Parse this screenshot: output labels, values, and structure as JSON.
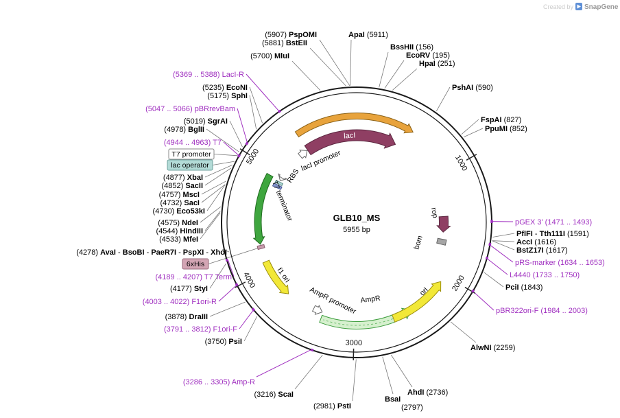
{
  "watermark": {
    "created_by": "Created by",
    "brand": "SnapGene"
  },
  "plasmid": {
    "name": "GLB10_MS",
    "size_label": "5955 bp",
    "length": 5955
  },
  "colors": {
    "primer": "#A030C0",
    "backbone": "#1a1a1a"
  },
  "ticks": [
    {
      "bp": 1000,
      "label": "1000"
    },
    {
      "bp": 2000,
      "label": "2000"
    },
    {
      "bp": 3000,
      "label": "3000"
    },
    {
      "bp": 4000,
      "label": "4000"
    },
    {
      "bp": 5000,
      "label": "5000"
    }
  ],
  "features": [
    {
      "id": "orf1",
      "label": "",
      "kind": "arrow",
      "start": 5390,
      "end": 530,
      "clockwise": true,
      "fill": "#E8A33C",
      "stroke": "#8A6117"
    },
    {
      "id": "lacI",
      "label": "lacI",
      "kind": "arrow",
      "start": 5390,
      "end": 437,
      "clockwise": true,
      "fill": "#8F3F63",
      "stroke": "#5C2740",
      "label_color": "#FFFFFF"
    },
    {
      "id": "laci-promoter",
      "label": "lacI promoter",
      "kind": "arrow",
      "start": 5287,
      "end": 5383,
      "clockwise": true,
      "fill": "#FFFFFF",
      "stroke": "#666666",
      "label_color": "#000000"
    },
    {
      "id": "t7-promoter-marker",
      "label": "",
      "kind": "arrow",
      "start": 4940,
      "end": 4975,
      "clockwise": false,
      "fill": "#FFFFFF",
      "stroke": "#666666"
    },
    {
      "id": "lac-operator-marker",
      "label": "",
      "kind": "marker",
      "start": 4898,
      "end": 4924,
      "fill": "#AFD8D4",
      "stroke": "#5F8F8B"
    },
    {
      "id": "rbs",
      "label": "RBS",
      "kind": "marker",
      "start": 4854,
      "end": 4886,
      "fill": "#8495CC",
      "stroke": "#4A5A96",
      "label_color": "#000000"
    },
    {
      "id": "t7-terminator",
      "label": "T7 terminator",
      "kind": "arrow",
      "start": 4255,
      "end": 4940,
      "clockwise": false,
      "fill": "#3FA63F",
      "stroke": "#1E6B1E",
      "label_color": "#000000"
    },
    {
      "id": "sixhis-marker",
      "label": "",
      "kind": "marker",
      "start": 4212,
      "end": 4244,
      "fill": "#C79BAC",
      "stroke": "#8A5F70"
    },
    {
      "id": "f1-ori",
      "label": "f1 ori",
      "kind": "arrow",
      "start": 3700,
      "end": 4080,
      "clockwise": false,
      "fill": "#F2E838",
      "stroke": "#9C8F0F",
      "label_color": "#000000"
    },
    {
      "id": "ampr-promoter",
      "label": "AmpR promoter",
      "kind": "arrow",
      "start": 3325,
      "end": 3415,
      "clockwise": false,
      "fill": "#FFFFFF",
      "stroke": "#666666",
      "label_color": "#000000"
    },
    {
      "id": "ampr",
      "label": "AmpR",
      "kind": "arrow",
      "start": 2450,
      "end": 3315,
      "clockwise": false,
      "fill": "#D6F0CE",
      "stroke": "#3E9E3E",
      "label_color": "#000000"
    },
    {
      "id": "ori",
      "label": "ori",
      "kind": "arrow",
      "start": 2070,
      "end": 2630,
      "clockwise": false,
      "fill": "#F2E838",
      "stroke": "#9C8F0F",
      "label_color": "#000000"
    },
    {
      "id": "rop",
      "label": "rop",
      "kind": "arrow",
      "start": 1425,
      "end": 1595,
      "clockwise": true,
      "fill": "#8F3F63",
      "stroke": "#5C2740",
      "label_color": "#000000"
    },
    {
      "id": "bom",
      "label": "bom",
      "kind": "marker",
      "start": 1672,
      "end": 1728,
      "fill": "#A6A6A6",
      "stroke": "#646464",
      "label_color": "#000000"
    }
  ],
  "boxed_labels": [
    {
      "id": "t7-promoter-label",
      "text": "T7 promoter",
      "bg": "#FFFFFF",
      "border": "#888888"
    },
    {
      "id": "lac-operator-label",
      "text": "lac operator",
      "bg": "#B3DBD7",
      "border": "#6FA29D"
    },
    {
      "id": "sixhis-label",
      "text": "6xHis",
      "bg": "#D3A5B4",
      "border": "#9A6B7D"
    }
  ],
  "site_labels": [
    {
      "id": "pspomi",
      "type": "enzyme",
      "bp": 5907,
      "parts": [
        [
          "(5907) ",
          0
        ],
        [
          "PspOMI",
          1
        ]
      ]
    },
    {
      "id": "bsteii",
      "type": "enzyme",
      "bp": 5881,
      "parts": [
        [
          "(5881) ",
          0
        ],
        [
          "BstEII",
          1
        ]
      ]
    },
    {
      "id": "mlui",
      "type": "enzyme",
      "bp": 5700,
      "parts": [
        [
          "(5700) ",
          0
        ],
        [
          "MluI",
          1
        ]
      ]
    },
    {
      "id": "laci-r",
      "type": "primer",
      "span": [
        5369,
        5388
      ],
      "parts": [
        [
          "(5369 .. 5388) LacI-R",
          0
        ]
      ]
    },
    {
      "id": "econi",
      "type": "enzyme",
      "bp": 5235,
      "parts": [
        [
          "(5235) ",
          0
        ],
        [
          "EcoNI",
          1
        ]
      ]
    },
    {
      "id": "sphi",
      "type": "enzyme",
      "bp": 5175,
      "parts": [
        [
          "(5175) ",
          0
        ],
        [
          "SphI",
          1
        ]
      ]
    },
    {
      "id": "pbrrevbam",
      "type": "primer",
      "span": [
        5047,
        5066
      ],
      "parts": [
        [
          "(5047 .. 5066) pBRrevBam",
          0
        ]
      ]
    },
    {
      "id": "sgrai",
      "type": "enzyme",
      "bp": 5019,
      "parts": [
        [
          "(5019) ",
          0
        ],
        [
          "SgrAI",
          1
        ]
      ]
    },
    {
      "id": "bglii",
      "type": "enzyme",
      "bp": 4978,
      "parts": [
        [
          "(4978) ",
          0
        ],
        [
          "BglII",
          1
        ]
      ]
    },
    {
      "id": "t7",
      "type": "primer",
      "span": [
        4944,
        4963
      ],
      "parts": [
        [
          "(4944 .. 4963) T7",
          0
        ]
      ]
    },
    {
      "id": "xbai",
      "type": "enzyme",
      "bp": 4877,
      "parts": [
        [
          "(4877) ",
          0
        ],
        [
          "XbaI",
          1
        ]
      ]
    },
    {
      "id": "sacii",
      "type": "enzyme",
      "bp": 4852,
      "parts": [
        [
          "(4852) ",
          0
        ],
        [
          "SacII",
          1
        ]
      ]
    },
    {
      "id": "msci",
      "type": "enzyme",
      "bp": 4757,
      "parts": [
        [
          "(4757) ",
          0
        ],
        [
          "MscI",
          1
        ]
      ]
    },
    {
      "id": "saci",
      "type": "enzyme",
      "bp": 4732,
      "parts": [
        [
          "(4732) ",
          0
        ],
        [
          "SacI",
          1
        ]
      ]
    },
    {
      "id": "eco53ki",
      "type": "enzyme",
      "bp": 4730,
      "parts": [
        [
          "(4730) ",
          0
        ],
        [
          "Eco53kI",
          1
        ]
      ]
    },
    {
      "id": "ndei",
      "type": "enzyme",
      "bp": 4575,
      "parts": [
        [
          "(4575) ",
          0
        ],
        [
          "NdeI",
          1
        ]
      ]
    },
    {
      "id": "hindiii",
      "type": "enzyme",
      "bp": 4544,
      "parts": [
        [
          "(4544) ",
          0
        ],
        [
          "HindIII",
          1
        ]
      ]
    },
    {
      "id": "mfei",
      "type": "enzyme",
      "bp": 4533,
      "parts": [
        [
          "(4533) ",
          0
        ],
        [
          "MfeI",
          1
        ]
      ]
    },
    {
      "id": "multisite",
      "type": "enzyme",
      "bp": 4278,
      "parts": [
        [
          "(4278) ",
          0
        ],
        [
          "AvaI",
          1
        ],
        [
          " - ",
          0
        ],
        [
          "BsoBI",
          1
        ],
        [
          " - ",
          0
        ],
        [
          "PaeR7I",
          1
        ],
        [
          " - ",
          0
        ],
        [
          "PspXI",
          1
        ],
        [
          " - ",
          0
        ],
        [
          "XhoI",
          1
        ]
      ]
    },
    {
      "id": "t7term",
      "type": "primer",
      "span": [
        4189,
        4207
      ],
      "parts": [
        [
          "(4189 .. 4207) T7 Term",
          0
        ]
      ]
    },
    {
      "id": "styi",
      "type": "enzyme",
      "bp": 4177,
      "parts": [
        [
          "(4177) ",
          0
        ],
        [
          "StyI",
          1
        ]
      ]
    },
    {
      "id": "f1ori-r",
      "type": "primer",
      "span": [
        4003,
        4022
      ],
      "parts": [
        [
          "(4003 .. 4022) F1ori-R",
          0
        ]
      ]
    },
    {
      "id": "draiii",
      "type": "enzyme",
      "bp": 3878,
      "parts": [
        [
          "(3878) ",
          0
        ],
        [
          "DraIII",
          1
        ]
      ]
    },
    {
      "id": "f1ori-f",
      "type": "primer",
      "span": [
        3791,
        3812
      ],
      "parts": [
        [
          "(3791 .. 3812) F1ori-F",
          0
        ]
      ]
    },
    {
      "id": "psii",
      "type": "enzyme",
      "bp": 3750,
      "parts": [
        [
          "(3750) ",
          0
        ],
        [
          "PsiI",
          1
        ]
      ]
    },
    {
      "id": "amp-r",
      "type": "primer",
      "span": [
        3286,
        3305
      ],
      "parts": [
        [
          "(3286 .. 3305) Amp-R",
          0
        ]
      ]
    },
    {
      "id": "scai",
      "type": "enzyme",
      "bp": 3216,
      "parts": [
        [
          "(3216) ",
          0
        ],
        [
          "ScaI",
          1
        ]
      ]
    },
    {
      "id": "psti",
      "type": "enzyme",
      "bp": 2981,
      "parts": [
        [
          "(2981) ",
          0
        ],
        [
          "PstI",
          1
        ]
      ]
    },
    {
      "id": "bsai",
      "type": "enzyme",
      "bp": 2797,
      "parts": [
        [
          "BsaI",
          1
        ]
      ]
    },
    {
      "id": "bsai-pos",
      "type": "enzyme",
      "bp": 2797,
      "parts": [
        [
          "(2797)",
          0
        ]
      ]
    },
    {
      "id": "ahdi",
      "type": "enzyme",
      "bp": 2736,
      "parts": [
        [
          "AhdI",
          1
        ],
        [
          "  (2736)",
          0
        ]
      ]
    },
    {
      "id": "alwni",
      "type": "enzyme",
      "bp": 2259,
      "parts": [
        [
          "AlwNI",
          1
        ],
        [
          "  (2259)",
          0
        ]
      ]
    },
    {
      "id": "pbr322ori-f",
      "type": "primer",
      "span": [
        1984,
        2003
      ],
      "parts": [
        [
          "pBR322ori-F  (1984 .. 2003)",
          0
        ]
      ]
    },
    {
      "id": "pcii",
      "type": "enzyme",
      "bp": 1843,
      "parts": [
        [
          "PciI",
          1
        ],
        [
          "  (1843)",
          0
        ]
      ]
    },
    {
      "id": "l4440",
      "type": "primer",
      "span": [
        1733,
        1750
      ],
      "parts": [
        [
          "L4440  (1733 .. 1750)",
          0
        ]
      ]
    },
    {
      "id": "prs",
      "type": "primer",
      "span": [
        1634,
        1653
      ],
      "parts": [
        [
          "pRS-marker  (1634 .. 1653)",
          0
        ]
      ]
    },
    {
      "id": "bstz17i",
      "type": "enzyme",
      "bp": 1617,
      "parts": [
        [
          "BstZ17I",
          1
        ],
        [
          "  (1617)",
          0
        ]
      ]
    },
    {
      "id": "acci",
      "type": "enzyme",
      "bp": 1616,
      "parts": [
        [
          "AccI",
          1
        ],
        [
          "  (1616)",
          0
        ]
      ]
    },
    {
      "id": "pflfi",
      "type": "enzyme",
      "bp": 1591,
      "parts": [
        [
          "PflFI",
          1
        ],
        [
          " - ",
          0
        ],
        [
          "Tth111I",
          1
        ],
        [
          "  (1591)",
          0
        ]
      ]
    },
    {
      "id": "pgex3",
      "type": "primer",
      "span": [
        1471,
        1493
      ],
      "parts": [
        [
          "pGEX 3'  (1471 .. 1493)",
          0
        ]
      ]
    },
    {
      "id": "ppumi",
      "type": "enzyme",
      "bp": 852,
      "parts": [
        [
          "PpuMI",
          1
        ],
        [
          "  (852)",
          0
        ]
      ]
    },
    {
      "id": "fspai",
      "type": "enzyme",
      "bp": 827,
      "parts": [
        [
          "FspAI",
          1
        ],
        [
          "  (827)",
          0
        ]
      ]
    },
    {
      "id": "pshai",
      "type": "enzyme",
      "bp": 590,
      "parts": [
        [
          "PshAI",
          1
        ],
        [
          "  (590)",
          0
        ]
      ]
    },
    {
      "id": "hpai",
      "type": "enzyme",
      "bp": 251,
      "parts": [
        [
          "HpaI",
          1
        ],
        [
          "  (251)",
          0
        ]
      ]
    },
    {
      "id": "ecorv",
      "type": "enzyme",
      "bp": 195,
      "parts": [
        [
          "EcoRV",
          1
        ],
        [
          "  (195)",
          0
        ]
      ]
    },
    {
      "id": "bsshii",
      "type": "enzyme",
      "bp": 156,
      "parts": [
        [
          "BssHII",
          1
        ],
        [
          "  (156)",
          0
        ]
      ]
    },
    {
      "id": "apai",
      "type": "enzyme",
      "bp": 5911,
      "parts": [
        [
          "ApaI",
          1
        ],
        [
          "  (5911)",
          0
        ]
      ]
    }
  ]
}
